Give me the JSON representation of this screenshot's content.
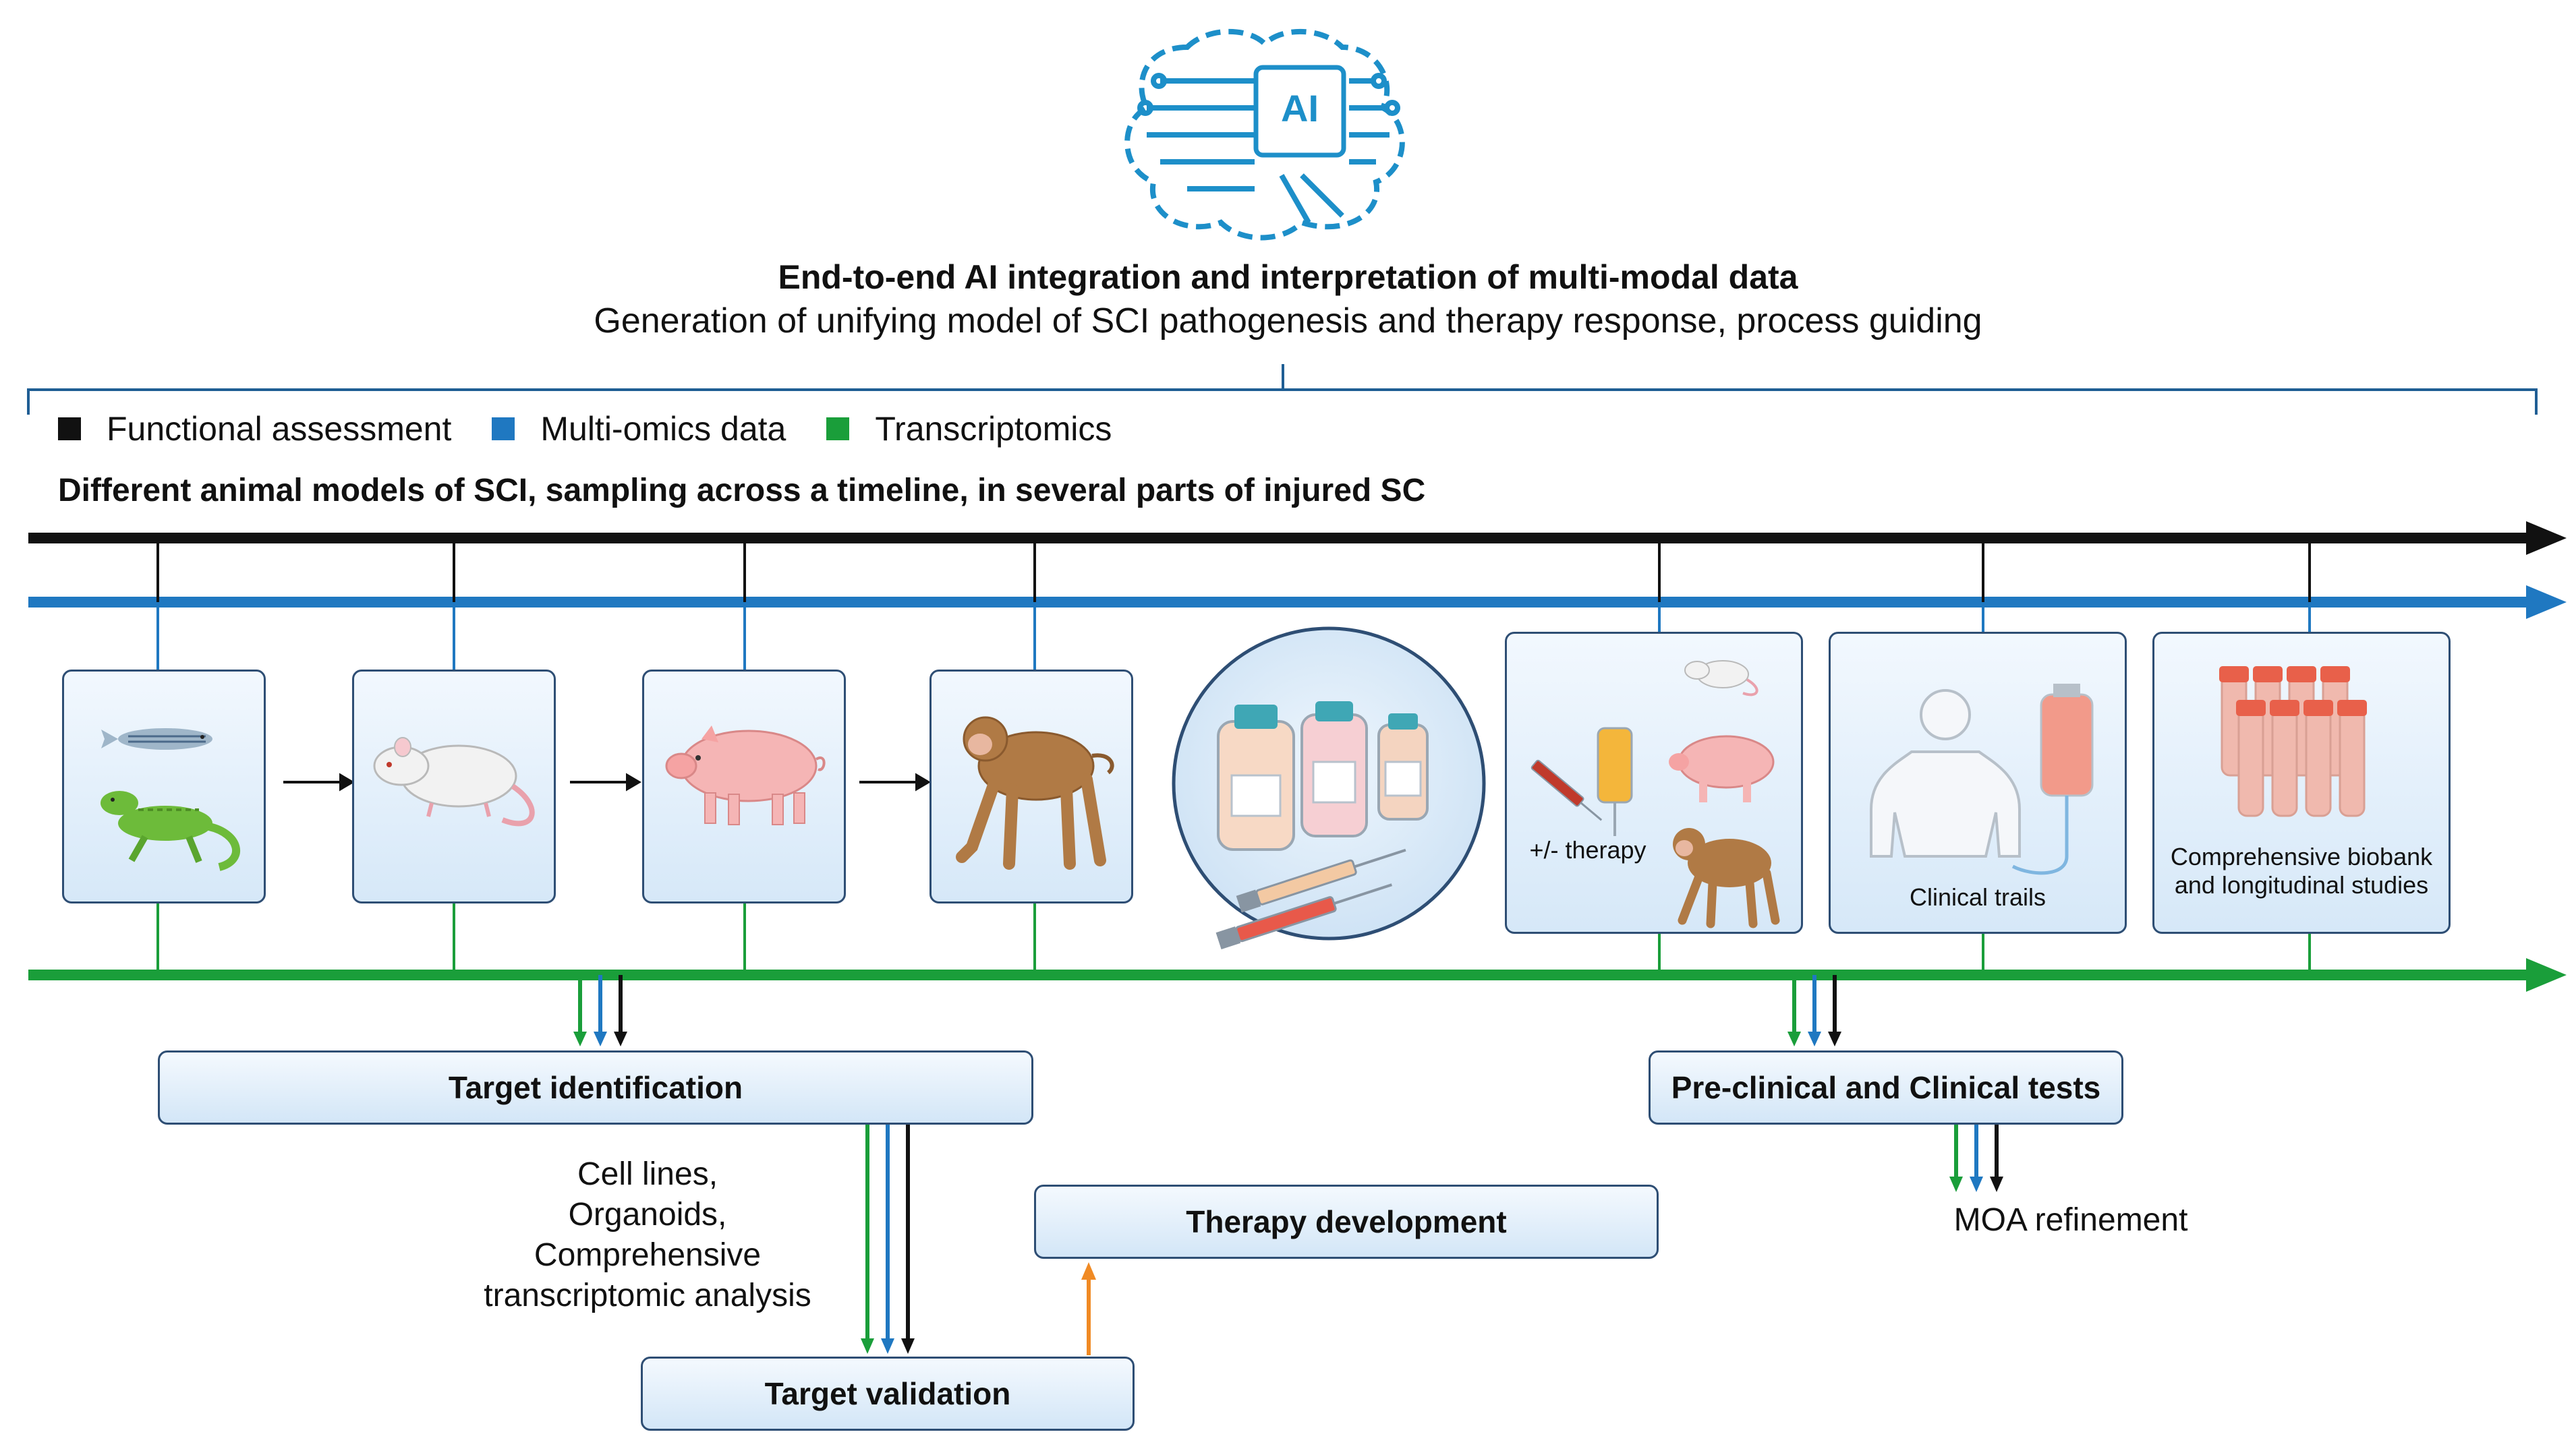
{
  "header": {
    "title": "End-to-end AI integration and interpretation of multi-modal data",
    "subtitle": "Generation of unifying model of SCI pathogenesis and therapy response, process guiding",
    "ai_label": "AI"
  },
  "legend": [
    {
      "label": "Functional assessment",
      "color": "#111111"
    },
    {
      "label": "Multi-omics data",
      "color": "#1f78c1"
    },
    {
      "label": "Transcriptomics",
      "color": "#1a9e3a"
    }
  ],
  "timeline_heading": "Different animal models of SCI, sampling across a timeline, in several parts of injured SC",
  "cards": {
    "therapy_label": "+/- therapy",
    "clinical_label": "Clinical trails",
    "biobank_label": "Comprehensive biobank and longitudinal studies"
  },
  "boxes": {
    "target_identification": "Target identification",
    "preclinical": "Pre-clinical and Clinical tests",
    "therapy_development": "Therapy development",
    "target_validation": "Target validation"
  },
  "notes": {
    "cell_lines": [
      "Cell lines,",
      "Organoids,",
      "Comprehensive",
      "transcriptomic analysis"
    ],
    "moa": "MOA refinement"
  },
  "icons": [
    "ai-brain-icon",
    "zebrafish-icon",
    "lizard-icon",
    "rat-icon",
    "pig-icon",
    "monkey-icon",
    "vials-syringes-icon",
    "human-body-icon",
    "iv-bag-icon",
    "sample-tubes-icon"
  ]
}
